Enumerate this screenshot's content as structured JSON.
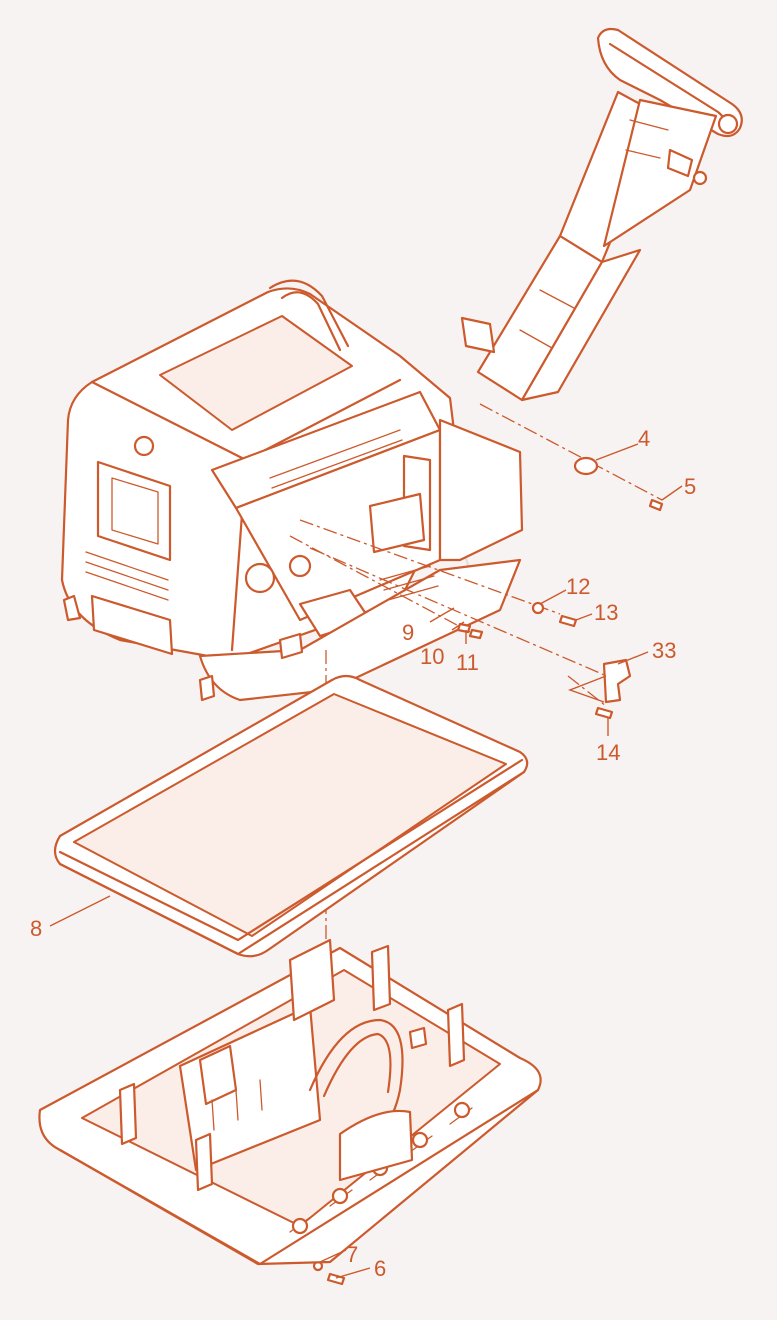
{
  "diagram": {
    "accent_color": "#cc5a2d",
    "background_color": "#f7f3f2",
    "callouts": [
      {
        "id": "c4",
        "label": "4"
      },
      {
        "id": "c5",
        "label": "5"
      },
      {
        "id": "c12",
        "label": "12"
      },
      {
        "id": "c13",
        "label": "13"
      },
      {
        "id": "c9",
        "label": "9"
      },
      {
        "id": "c10",
        "label": "10"
      },
      {
        "id": "c11",
        "label": "11"
      },
      {
        "id": "c33",
        "label": "33"
      },
      {
        "id": "c14",
        "label": "14"
      },
      {
        "id": "c8",
        "label": "8"
      },
      {
        "id": "c7",
        "label": "7"
      },
      {
        "id": "c6",
        "label": "6"
      }
    ]
  }
}
